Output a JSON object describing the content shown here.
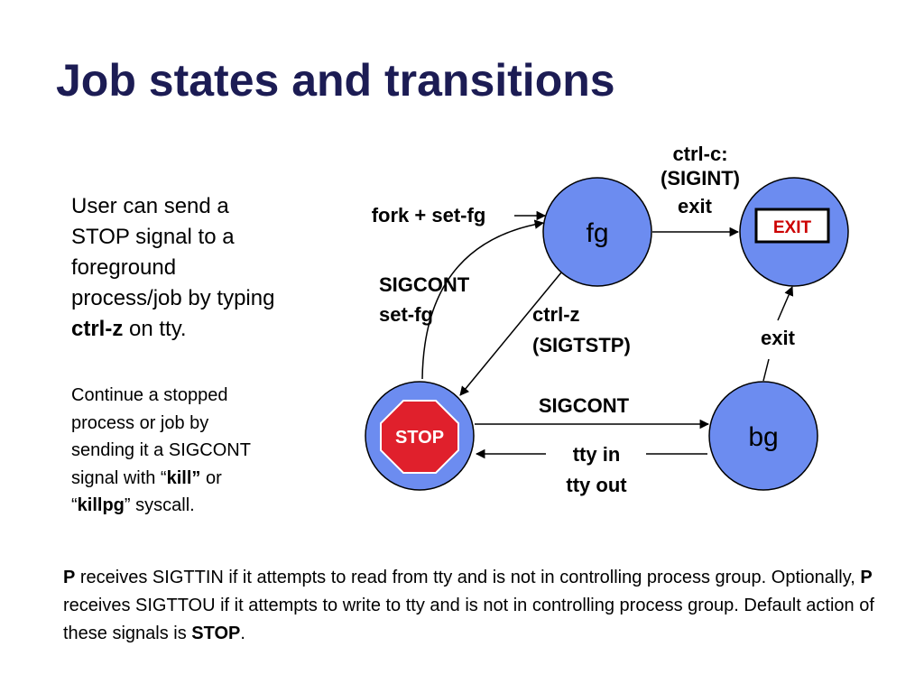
{
  "title": "Job states and transitions",
  "left_text": {
    "stop_para": {
      "line1": "User can send a",
      "line2": "STOP signal to a",
      "line3": "foreground",
      "line4": "process/job by typing",
      "bold": "ctrl-z",
      "tail": " on tty."
    },
    "cont_para": {
      "line1": "Continue a stopped",
      "line2": "process or job by",
      "line3": "sending it a SIGCONT",
      "line4_pre": "signal with “",
      "kill": "kill”",
      "line4_post": " or",
      "line5_pre": "“",
      "killpg": "killpg",
      "line5_post": "” syscall."
    }
  },
  "bottom_text": {
    "p1": "P",
    "t1": " receives SIGTTIN if it attempts to read from tty and is not in controlling process group.  Optionally, ",
    "p2": "P",
    "t2": " receives SIGTTOU if it attempts to write to tty and is not in controlling process group.  Default action of these signals is ",
    "stop": "STOP",
    "t3": "."
  },
  "diagram": {
    "nodes": {
      "fg": "fg",
      "bg": "bg",
      "exit_box": "EXIT",
      "stop_sign": "STOP"
    },
    "labels": {
      "ctrlc_1": "ctrl-c:",
      "ctrlc_2": "(SIGINT)",
      "exit_top": "exit",
      "fork": "fork + set-fg",
      "sigcont_1": "SIGCONT",
      "sigcont_2": "set-fg",
      "ctrlz_1": "ctrl-z",
      "ctrlz_2": "(SIGTSTP)",
      "exit_bg": "exit",
      "sigcont_bg": "SIGCONT",
      "tty_1": "tty in",
      "tty_2": "tty out"
    },
    "colors": {
      "node_fill": "#6c8cf0",
      "stop_red": "#e0202c",
      "exit_text": "#cc0000",
      "title": "#1c1c54"
    }
  }
}
